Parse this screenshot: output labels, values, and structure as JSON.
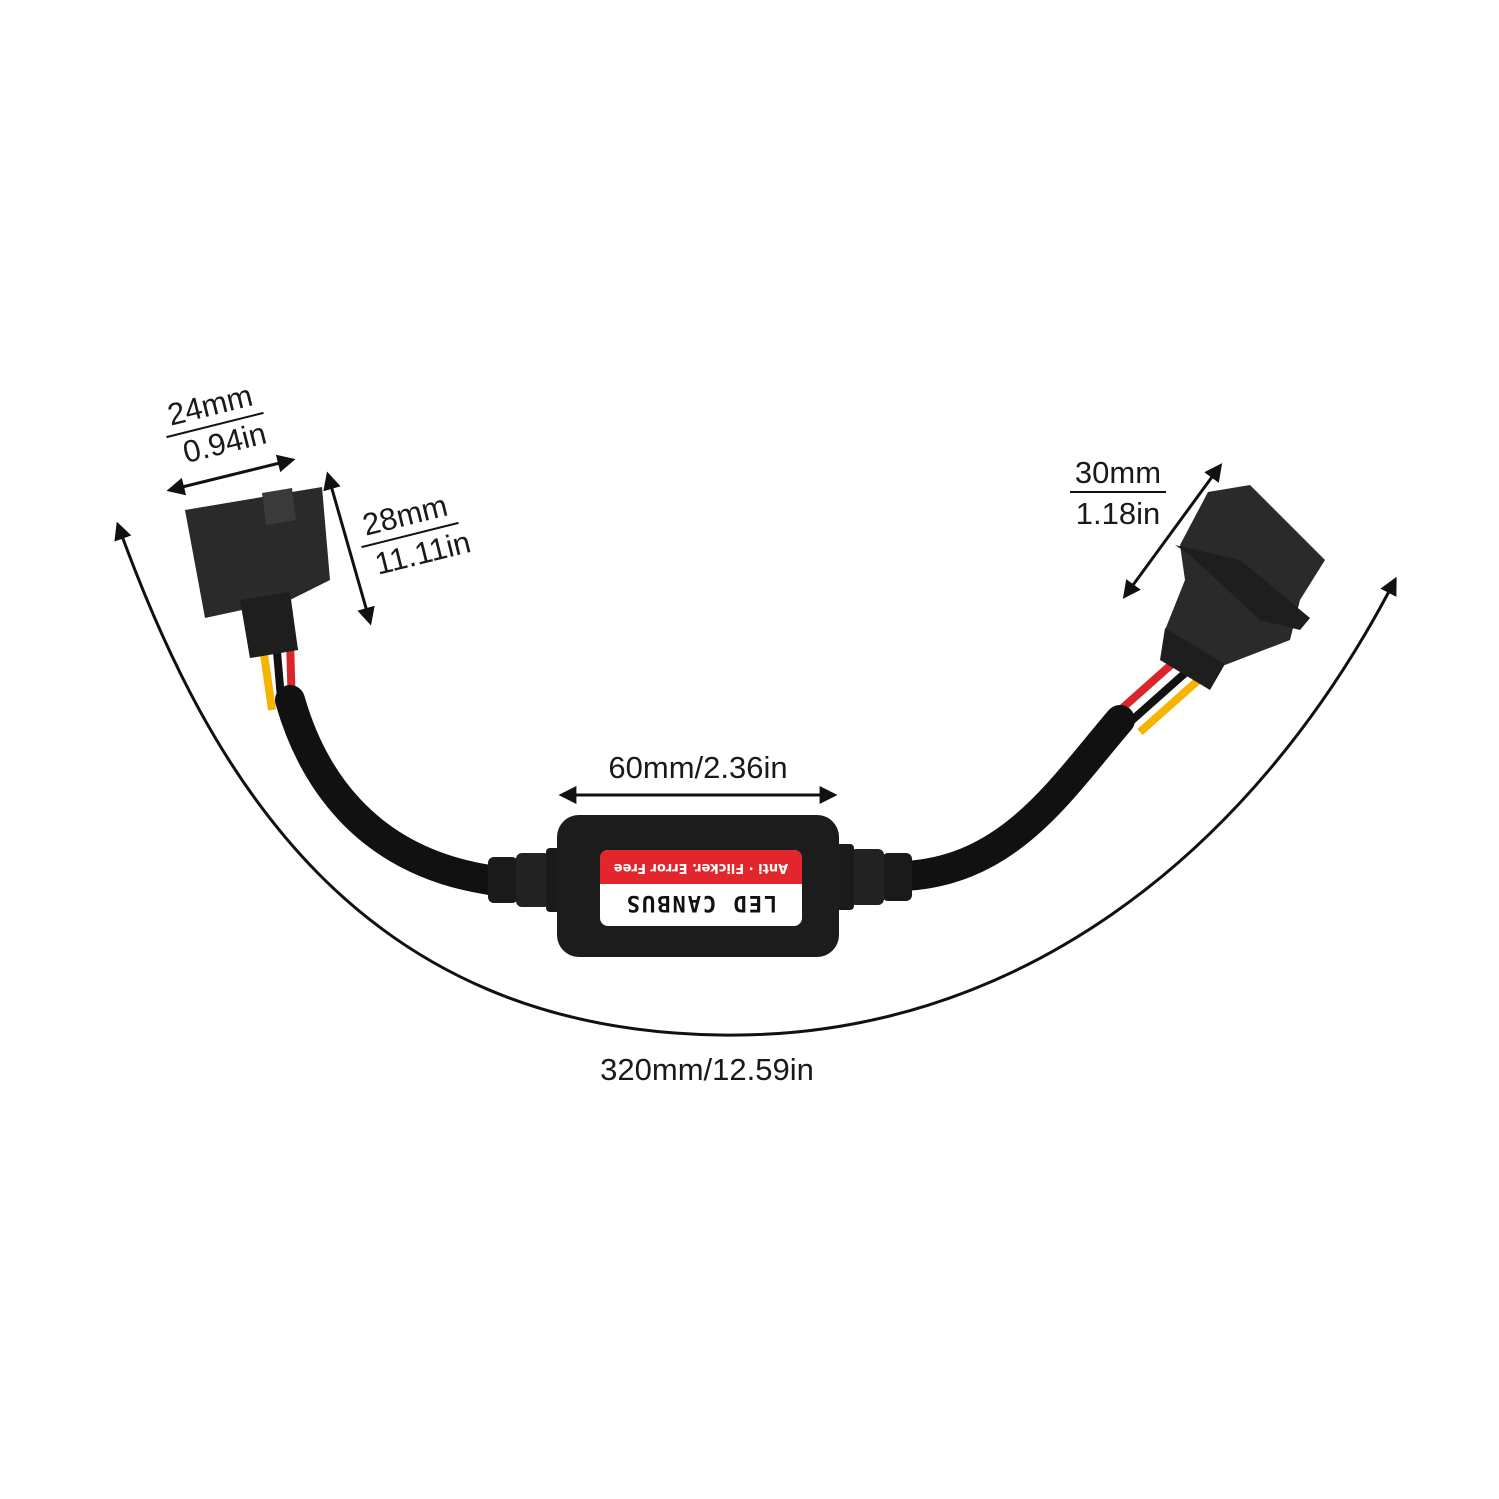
{
  "product": {
    "module_label_top": "Anti · Flicker. Error Free",
    "module_label_main": "LED CANBUS"
  },
  "dimensions": {
    "left_connector_width_mm": "24mm",
    "left_connector_width_in": "0.94in",
    "left_connector_height_mm": "28mm",
    "left_connector_height_in": "11.11in",
    "right_connector_mm": "30mm",
    "right_connector_in": "1.18in",
    "module_length": "60mm/2.36in",
    "total_length": "320mm/12.59in"
  },
  "colors": {
    "background": "#ffffff",
    "cable": "#111111",
    "connector": "#2a2a2a",
    "wire_red": "#d8262b",
    "wire_yellow": "#f4b400",
    "label_red": "#e3262b"
  }
}
